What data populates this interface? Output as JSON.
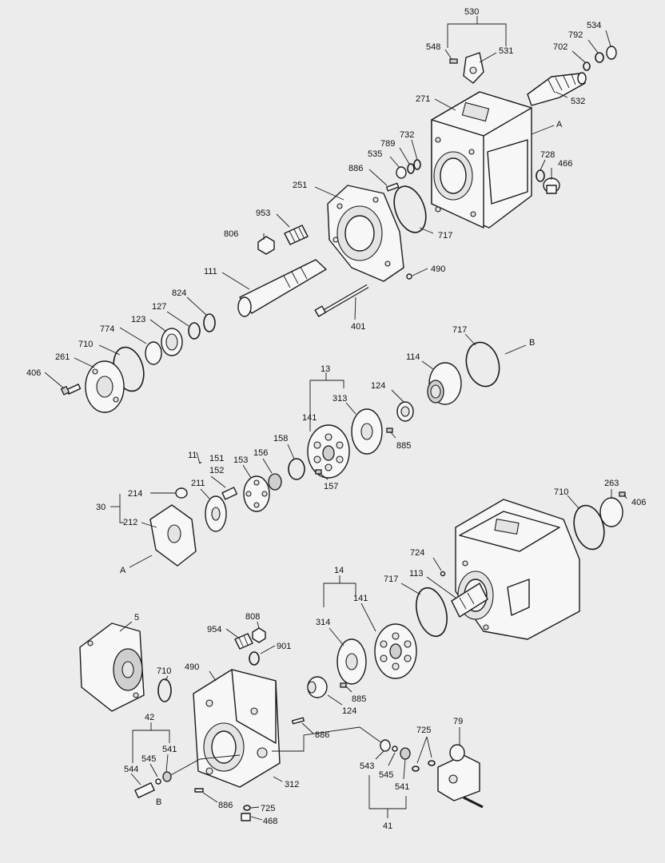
{
  "callouts": [
    {
      "id": "c530",
      "text": "530"
    },
    {
      "id": "c548",
      "text": "548"
    },
    {
      "id": "c531",
      "text": "531"
    },
    {
      "id": "c534",
      "text": "534"
    },
    {
      "id": "c792",
      "text": "792"
    },
    {
      "id": "c702",
      "text": "702"
    },
    {
      "id": "c532",
      "text": "532"
    },
    {
      "id": "c271",
      "text": "271"
    },
    {
      "id": "cA1",
      "text": "A"
    },
    {
      "id": "c732",
      "text": "732"
    },
    {
      "id": "c789",
      "text": "789"
    },
    {
      "id": "c535",
      "text": "535"
    },
    {
      "id": "c728",
      "text": "728"
    },
    {
      "id": "c466",
      "text": "466"
    },
    {
      "id": "c886a",
      "text": "886"
    },
    {
      "id": "c251",
      "text": "251"
    },
    {
      "id": "c953",
      "text": "953"
    },
    {
      "id": "c717a",
      "text": "717"
    },
    {
      "id": "c806",
      "text": "806"
    },
    {
      "id": "c490a",
      "text": "490"
    },
    {
      "id": "c111",
      "text": "111"
    },
    {
      "id": "c824",
      "text": "824"
    },
    {
      "id": "c127",
      "text": "127"
    },
    {
      "id": "c401",
      "text": "401"
    },
    {
      "id": "c123",
      "text": "123"
    },
    {
      "id": "c774",
      "text": "774"
    },
    {
      "id": "c710a",
      "text": "710"
    },
    {
      "id": "c261",
      "text": "261"
    },
    {
      "id": "c406a",
      "text": "406"
    },
    {
      "id": "c717b",
      "text": "717"
    },
    {
      "id": "cB1",
      "text": "B"
    },
    {
      "id": "c13",
      "text": "13"
    },
    {
      "id": "c114",
      "text": "114"
    },
    {
      "id": "c124a",
      "text": "124"
    },
    {
      "id": "c313",
      "text": "313"
    },
    {
      "id": "c141a",
      "text": "141"
    },
    {
      "id": "c885a",
      "text": "885"
    },
    {
      "id": "c158",
      "text": "158"
    },
    {
      "id": "c11",
      "text": "11"
    },
    {
      "id": "c151",
      "text": "151"
    },
    {
      "id": "c152",
      "text": "152"
    },
    {
      "id": "c153",
      "text": "153"
    },
    {
      "id": "c156",
      "text": "156"
    },
    {
      "id": "c157",
      "text": "157"
    },
    {
      "id": "c211",
      "text": "211"
    },
    {
      "id": "c214",
      "text": "214"
    },
    {
      "id": "c30",
      "text": "30"
    },
    {
      "id": "c212",
      "text": "212"
    },
    {
      "id": "cA2",
      "text": "A"
    },
    {
      "id": "c710b",
      "text": "710"
    },
    {
      "id": "c263",
      "text": "263"
    },
    {
      "id": "c406b",
      "text": "406"
    },
    {
      "id": "c724",
      "text": "724"
    },
    {
      "id": "c14",
      "text": "14"
    },
    {
      "id": "c717c",
      "text": "717"
    },
    {
      "id": "c113",
      "text": "113"
    },
    {
      "id": "c141b",
      "text": "141"
    },
    {
      "id": "c314",
      "text": "314"
    },
    {
      "id": "c5",
      "text": "5"
    },
    {
      "id": "c808",
      "text": "808"
    },
    {
      "id": "c954",
      "text": "954"
    },
    {
      "id": "c901",
      "text": "901"
    },
    {
      "id": "c710c",
      "text": "710"
    },
    {
      "id": "c490b",
      "text": "490"
    },
    {
      "id": "c885b",
      "text": "885"
    },
    {
      "id": "c124b",
      "text": "124"
    },
    {
      "id": "c42",
      "text": "42"
    },
    {
      "id": "c545a",
      "text": "545"
    },
    {
      "id": "c541a",
      "text": "541"
    },
    {
      "id": "c544",
      "text": "544"
    },
    {
      "id": "cB2",
      "text": "B"
    },
    {
      "id": "c886b",
      "text": "886"
    },
    {
      "id": "c312",
      "text": "312"
    },
    {
      "id": "c886c",
      "text": "886"
    },
    {
      "id": "c725a",
      "text": "725"
    },
    {
      "id": "c468",
      "text": "468"
    },
    {
      "id": "c725b",
      "text": "725"
    },
    {
      "id": "c79",
      "text": "79"
    },
    {
      "id": "c543",
      "text": "543"
    },
    {
      "id": "c545b",
      "text": "545"
    },
    {
      "id": "c541b",
      "text": "541"
    },
    {
      "id": "c41",
      "text": "41"
    }
  ]
}
